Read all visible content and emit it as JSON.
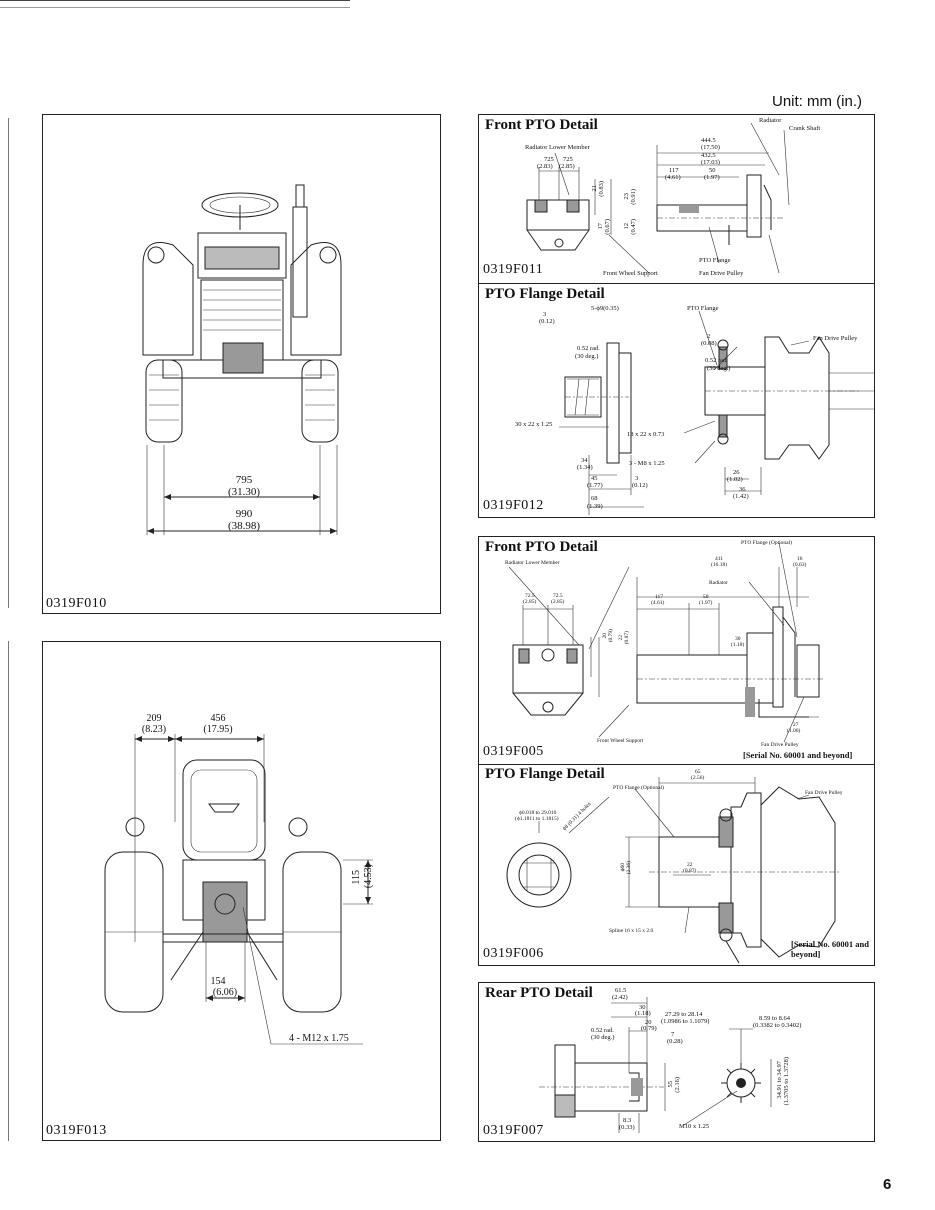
{
  "page": {
    "unit_label": "Unit: mm (in.)",
    "page_number": "6"
  },
  "fig010": {
    "id": "0319F010",
    "dim1_mm": "795",
    "dim1_in": "(31.30)",
    "dim2_mm": "990",
    "dim2_in": "(38.98)"
  },
  "fig013": {
    "id": "0319F013",
    "dim1_mm": "209",
    "dim1_in": "(8.23)",
    "dim2_mm": "456",
    "dim2_in": "(17.95)",
    "dim3_mm": "115",
    "dim3_in": "(4.53)",
    "dim4_mm": "154",
    "dim4_in": "(6.06)",
    "bolt": "4 - M12 x 1.75"
  },
  "front_pto_1": {
    "title": "Front PTO Detail",
    "id": "0319F011",
    "radiator": "Radiator",
    "crank_shaft": "Crank Shaft",
    "radiator_lower": "Radiator Lower Member",
    "d_725a": "725",
    "d_725b": "725",
    "d_725a_in": "(2.83)",
    "d_725b_in": "(2.85)",
    "d_444": "444.5",
    "d_444_in": "(17.50)",
    "d_432": "432.5",
    "d_432_in": "(17.03)",
    "d_117": "117",
    "d_117_in": "(4.61)",
    "d_50": "50",
    "d_50_in": "(1.97)",
    "v_21": "21",
    "v_21_in": "(0.83)",
    "v_23": "23",
    "v_23_in": "(0.91)",
    "v_17": "17",
    "v_17_in": "(0.67)",
    "v_12": "12",
    "v_12_in": "(0.47)",
    "front_wheel_support": "Front Wheel Support",
    "pto_flange": "PTO Flange",
    "fan_drive_pulley": "Fan Drive Pulley"
  },
  "pto_flange_1": {
    "title": "PTO Flange Detail",
    "id": "0319F012",
    "d_3": "3",
    "d_3_in": "(0.12)",
    "d_phi69": "5-ϕ9(0.35)",
    "rad": "0.52 rad.",
    "rad_deg": "(30 deg.)",
    "spline": "30 x 22 x 1.25",
    "d_34": "34",
    "d_34_in": "(1.34)",
    "d_45": "45",
    "d_45_in": "(1.77)",
    "d_68": "68",
    "d_68_in": "(1.39)",
    "d_3b": "3",
    "d_3b_in": "(0.12)",
    "pto_flange": "PTO Flange",
    "d_2": "2",
    "d_2_in": "(0.08)",
    "rad2": "0.52 rad.",
    "rad2_deg": "(30 deg.)",
    "fan_drive": "Fan Drive Pulley",
    "thread1": "18 x 22 x 0.73",
    "thread2": "3 - M8 x 1.25",
    "d_26": "26",
    "d_26_in": "(1.02)",
    "d_36": "36",
    "d_36_in": "(1.42)"
  },
  "front_pto_2": {
    "title": "Front PTO Detail",
    "id": "0319F005",
    "pto_flange_opt": "PTO Flange (Optional)",
    "radiator_lower": "Radiator Lower Member",
    "d_411": "411",
    "d_411_in": "(16.18)",
    "d_16": "16",
    "d_16_in": "(0.63)",
    "radiator": "Radiator",
    "d_725a": "72.5",
    "d_725a_in": "(2.85)",
    "d_725b": "72.5",
    "d_725b_in": "(2.85)",
    "d_117": "117",
    "d_117_in": "(4.61)",
    "d_50": "50",
    "d_50_in": "(1.97)",
    "d_30": "30",
    "d_30_in": "(1.18)",
    "d_20": "20",
    "d_20_in": "(0.79)",
    "d_22": "22",
    "d_22_in": "(0.87)",
    "d_27": "27",
    "d_27_in": "(1.06)",
    "front_wheel_support": "Front Wheel Support",
    "fan_drive": "Fan Drive Pulley",
    "serial": "[Serial No. 60001 and beyond]"
  },
  "pto_flange_2": {
    "title": "PTO Flange Detail",
    "id": "0319F006",
    "pto_flange_opt": "PTO Flange (Optional)",
    "d_65": "65",
    "d_65_in": "(2.56)",
    "fan_drive": "Fan Drive Pulley",
    "bore": "ϕ0.018 to 29.010",
    "bore_in": "(ϕ1.1811 to 1.1815)",
    "diag_text": "ϕ8 (0.31) 4 holes",
    "d_22": "22",
    "d_22_in": "(0.87)",
    "d_phi60": "ϕ60",
    "d_phi60_in": "(2.36)",
    "spline": "Spline 16 x 15 x 2.0",
    "serial": "[Serial No. 60001 and beyond]"
  },
  "rear_pto": {
    "title": "Rear PTO Detail",
    "id": "0319F007",
    "d_615": "61.5",
    "d_615_in": "(2.42)",
    "d_30": "30",
    "d_30_in": "(1.18)",
    "d_20": "20",
    "d_20_in": "(0.79)",
    "d_7": "7",
    "d_7_in": "(0.28)",
    "rad": "0.52 rad.",
    "rad_deg": "(30 deg.)",
    "range1": "27.29 to 28.14",
    "range1_in": "(1.0986 to 1.1079)",
    "range2": "8.59 to 8.64",
    "range2_in": "(0.3382 to 0.3402)",
    "d_55": "55",
    "d_55_in": "(2.16)",
    "d_83": "8.3",
    "d_83_in": "(0.33)",
    "thread": "M10 x 1.25",
    "v_range": "34.91 to 34.97",
    "v_range_in": "(1.3705 to 1.3728)"
  }
}
